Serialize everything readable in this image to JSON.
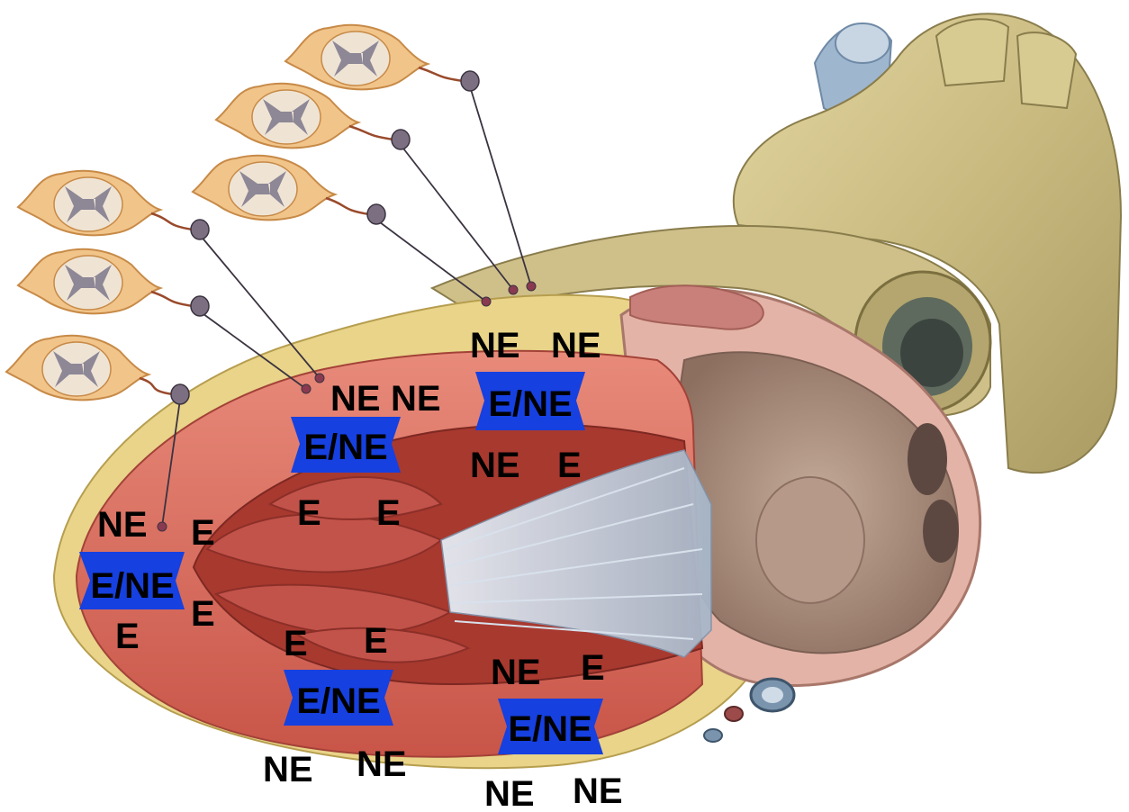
{
  "colors": {
    "badge_blue": "#1640e0",
    "muscle": "#d9675a",
    "muscle_dark": "#b5473d",
    "fat": "#e9d489",
    "aorta": "#cdbf86",
    "vessel_blue": "#9fb6cf",
    "spinal_cord": "#f1c48a",
    "grey_matter": "#8d8796"
  },
  "labels": {
    "ne": "NE",
    "e": "E",
    "mixed": "E/NE"
  },
  "icons": {
    "spinal_cord_section": "spinal-cord-cross-section-icon",
    "ganglion": "sympathetic-ganglion-icon"
  }
}
